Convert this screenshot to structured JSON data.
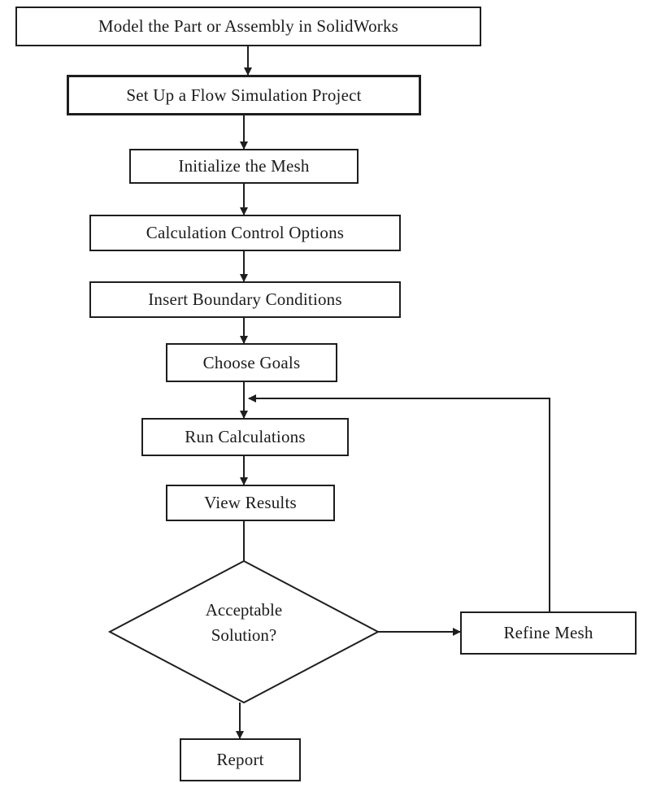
{
  "flowchart": {
    "steps": {
      "model": "Model the Part or Assembly in SolidWorks",
      "setup": "Set Up a Flow Simulation Project",
      "mesh": "Initialize the Mesh",
      "calc_control": "Calculation Control Options",
      "boundary": "Insert Boundary Conditions",
      "goals": "Choose Goals",
      "run": "Run Calculations",
      "view": "View Results",
      "refine": "Refine Mesh",
      "report": "Report"
    },
    "decision": {
      "line1": "Acceptable",
      "line2": "Solution?"
    }
  },
  "colors": {
    "line": "#1e1e1e",
    "background": "#ffffff"
  }
}
